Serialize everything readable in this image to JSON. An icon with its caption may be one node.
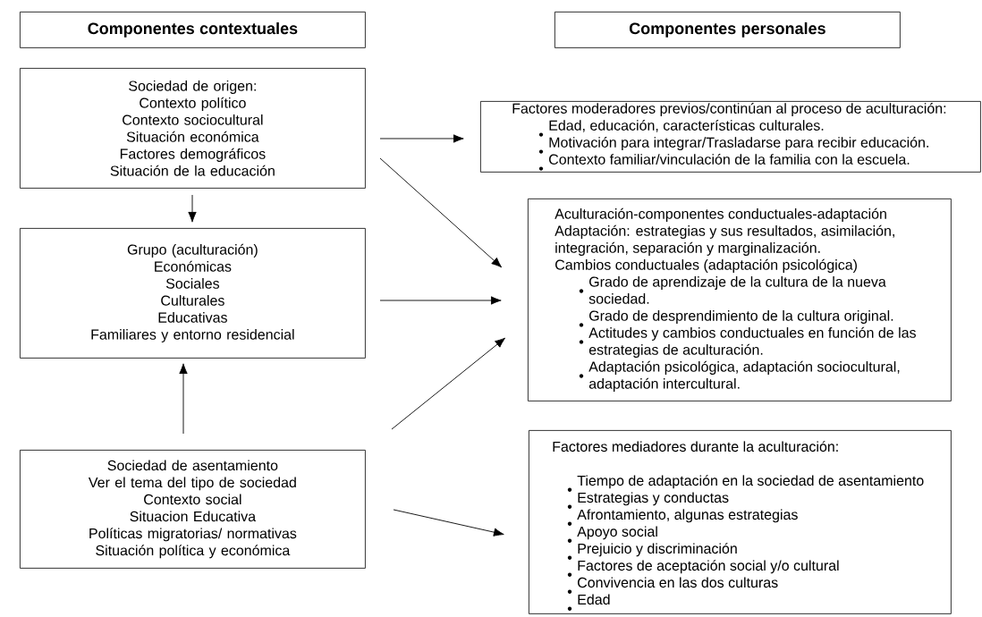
{
  "diagram": {
    "nodes": [
      {
        "text": [
          "Componentes contextuales"
        ]
      },
      {
        "text": [
          "Componentes personales"
        ]
      },
      {
        "text": [
          "Sociedad de origen:",
          "Contexto político",
          "Contexto sociocultural",
          "Situación económica",
          "Factores demográficos",
          "Situación de la educación"
        ]
      },
      {
        "text": [
          "Factores moderadores previos/continúan al proceso de aculturación:",
          "Edad, educación, características culturales.",
          "Motivación para integrar/Trasladarse para recibir educación.",
          "Contexto familiar/vinculación de la familia con la escuela."
        ]
      },
      {
        "text": [
          "Grupo (aculturación)",
          "Económicas",
          "Sociales",
          "Culturales",
          "Educativas",
          "Familiares y entorno residencial"
        ]
      },
      {
        "text": [
          "Aculturación-componentes conductuales-adaptación",
          "Adaptación: estrategias y sus resultados, asimilación, integración, separación y marginalización.",
          "Cambios conductuales (adaptación psicológica)",
          "Grado de aprendizaje de la cultura de la nueva sociedad.",
          "Grado de desprendimiento de la cultura original.",
          "Actitudes y cambios conductuales en función de las estrategias de aculturación.",
          "Adaptación psicológica, adaptación sociocultural, adaptación intercultural."
        ]
      },
      {
        "text": [
          "Sociedad de asentamiento",
          "Ver el tema del tipo de sociedad",
          "Contexto social",
          "Situacion Educativa",
          "Políticas migratorias/ normativas",
          "Situación política y económica"
        ]
      },
      {
        "text": [
          "Factores mediadores durante la aculturación:",
          "Tiempo de adaptación en la sociedad de asentamiento",
          "Estrategias y conductas",
          "Afrontamiento, algunas estrategias",
          "Apoyo social",
          "Prejuicio y discriminación",
          "Factores de aceptación social y/o cultural",
          "Convivencia en las dos culturas",
          "Edad"
        ]
      }
    ],
    "edges": [
      {
        "from": 2,
        "to": 3,
        "arrow": "to"
      },
      {
        "from": 2,
        "to": 5,
        "arrow": "to"
      },
      {
        "from": 2,
        "to": 4,
        "arrow": "to"
      },
      {
        "from": 4,
        "to": 5,
        "arrow": "to"
      },
      {
        "from": 6,
        "to": 4,
        "arrow": "to"
      },
      {
        "from": 6,
        "to": 5,
        "arrow": "to"
      },
      {
        "from": 6,
        "to": 7,
        "arrow": "to"
      }
    ]
  }
}
